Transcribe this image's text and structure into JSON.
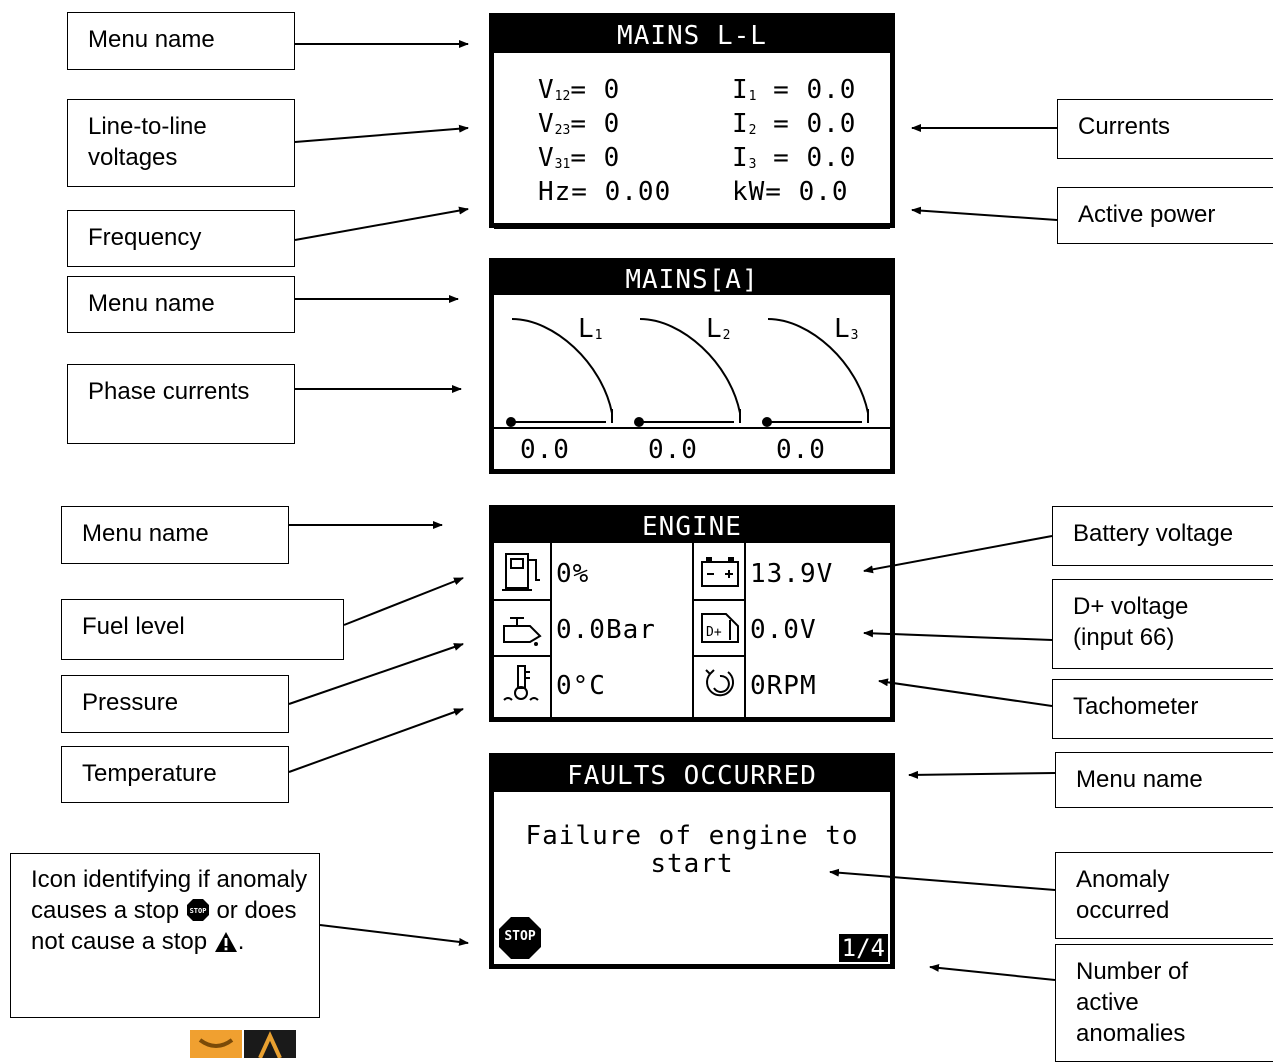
{
  "callouts": {
    "menu_name_1": "Menu name",
    "line_voltages": "Line-to-line\nvoltages",
    "frequency": "Frequency",
    "menu_name_2": "Menu name",
    "phase_currents": "Phase currents",
    "menu_name_3": "Menu name",
    "fuel_level": "Fuel level",
    "pressure": "Pressure",
    "temperature": "Temperature",
    "icon_stop_part1": "Icon identifying if anomaly causes a stop",
    "icon_stop_part2": "or does not cause a stop",
    "icon_stop_part3": ".",
    "currents": "Currents",
    "active_power": "Active power",
    "battery_voltage": "Battery voltage",
    "d_plus_voltage": "D+ voltage\n(input 66)",
    "tachometer": "Tachometer",
    "menu_name_4": "Menu name",
    "anomaly_occurred": "Anomaly\noccurred",
    "active_anomalies": "Number of\nactive\nanomalies"
  },
  "screen_mains_ll": {
    "title": "MAINS L-L",
    "v12_label": "V",
    "v12_sub": "12",
    "v12_value": "= 0",
    "v23_label": "V",
    "v23_sub": "23",
    "v23_value": "= 0",
    "v31_label": "V",
    "v31_sub": "31",
    "v31_value": "= 0",
    "hz": "Hz= 0.00",
    "i1_label": "I",
    "i1_sub": "1",
    "i1_value": " = 0.0",
    "i2_label": "I",
    "i2_sub": "2",
    "i2_value": " = 0.0",
    "i3_label": "I",
    "i3_sub": "3",
    "i3_value": " = 0.0",
    "kw": "kW= 0.0"
  },
  "screen_mains_a": {
    "title": "MAINS[A]",
    "gauges": [
      {
        "label": "L",
        "sub": "1",
        "value": "0.0"
      },
      {
        "label": "L",
        "sub": "2",
        "value": "0.0"
      },
      {
        "label": "L",
        "sub": "3",
        "value": "0.0"
      }
    ]
  },
  "screen_engine": {
    "title": "ENGINE",
    "fuel": "0%",
    "pressure": "0.0Bar",
    "temperature": "0°C",
    "battery": "13.9V",
    "d_plus": "0.0V",
    "rpm": "0RPM",
    "icons": [
      "fuel-pump-icon",
      "oil-can-icon",
      "thermometer-icon",
      "battery-icon",
      "alternator-icon",
      "tachometer-icon"
    ]
  },
  "screen_faults": {
    "title": "FAULTS OCCURRED",
    "message": "Failure of engine to\nstart",
    "stop_text": "STOP",
    "pager": "1/4"
  }
}
